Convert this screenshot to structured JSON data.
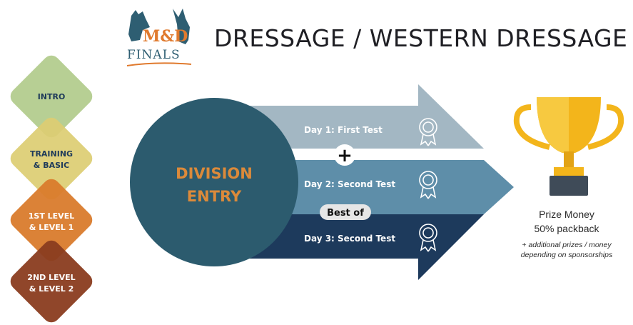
{
  "logo": {
    "text_mark": "M&D",
    "subtitle": "FINALS"
  },
  "title": "DRESSAGE / WESTERN DRESSAGE",
  "levels": [
    {
      "line1": "INTRO",
      "line2": "",
      "color": "#b7cf94",
      "text_color": "#1f3b5a"
    },
    {
      "line1": "TRAINING",
      "line2": "& BASIC",
      "color": "#dccd72",
      "text_color": "#1f3b5a"
    },
    {
      "line1": "1ST LEVEL",
      "line2": "& LEVEL 1",
      "color": "#d97b2c",
      "text_color": "#ffffff"
    },
    {
      "line1": "2ND LEVEL",
      "line2": "& LEVEL 2",
      "color": "#8a3c1f",
      "text_color": "#ffffff"
    }
  ],
  "division": {
    "line1": "DIVISION",
    "line2": "ENTRY"
  },
  "days": [
    {
      "label": "Day 1:  First Test",
      "icon": "ribbon-icon"
    },
    {
      "label": "Day 2:  Second Test",
      "icon": "ribbon-icon"
    },
    {
      "label": "Day 3:  Second Test",
      "icon": "ribbon-icon"
    }
  ],
  "plus_symbol": "+",
  "best_of": "Best of",
  "prize": {
    "line1": "Prize Money",
    "line2": "50% packback",
    "note_line1": "+ additional prizes / money",
    "note_line2": "depending on sponsorships"
  },
  "colors": {
    "circle": "#2c5b6e",
    "band1": "#a3b7c3",
    "band2": "#5e8ea9",
    "band3": "#1d3a5c",
    "trophy_gold": "#f3b51b",
    "trophy_base": "#3f4b58",
    "accent_orange": "#dc8a3a"
  }
}
